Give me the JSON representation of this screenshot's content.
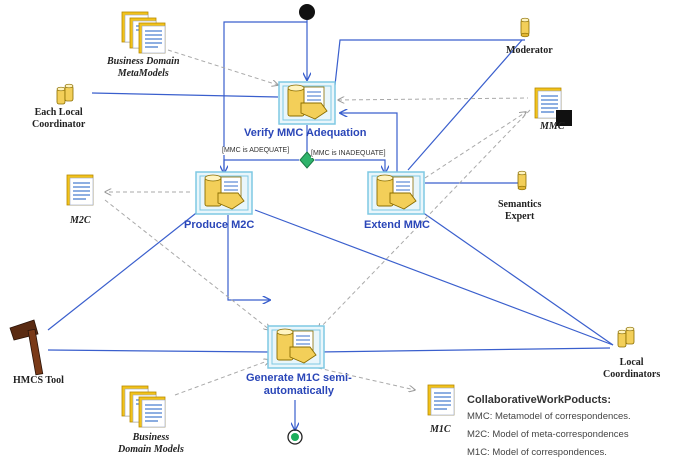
{
  "roles": {
    "moderator": "Moderator",
    "each_local_coordinator": "Each Local\nCoordinator",
    "semantics_expert": "Semantics\nExpert",
    "local_coordinators": "Local\nCoordinators"
  },
  "tool": "HMCS Tool",
  "documents": {
    "business_domain_metamodels": "Business Domain\nMetaModels",
    "business_domain_models": "Business\nDomain Models",
    "mmc": "MMC",
    "m2c": "M2C",
    "m1c": "M1C"
  },
  "activities": {
    "verify": "Verify MMC Adequation",
    "produce": "Produce M2C",
    "extend": "Extend MMC",
    "generate": "Generate M1C semi-\nautomatically"
  },
  "guards": {
    "adequate": "[MMC is ADEQUATE]",
    "inadequate": "[MMC is INADEQUATE]"
  },
  "legend": {
    "title": "CollaborativeWorkPoducts:",
    "items": [
      "MMC: Metamodel of correspondences.",
      "M2C: Model of meta-correspondences",
      "M1C: Model of correspondences."
    ]
  },
  "colors": {
    "flow": "#3a5fcd",
    "dashed": "#a9a9a9",
    "activity_frame": "#7ec8e3",
    "folder": "#f0c419",
    "doc_stripe": "#4a7fd0"
  }
}
